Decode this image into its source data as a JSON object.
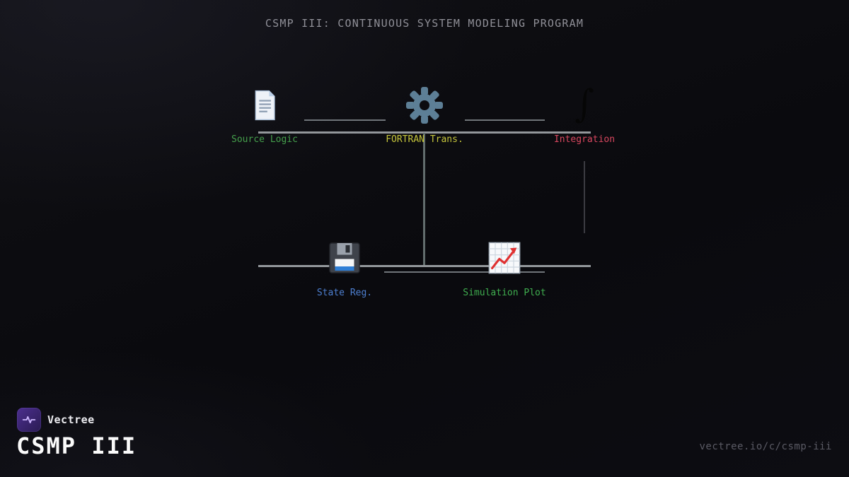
{
  "header": {
    "title": "CSMP III: CONTINUOUS SYSTEM MODELING PROGRAM"
  },
  "diagram": {
    "nodes": {
      "source_logic": {
        "label": "Source Logic",
        "color": "#45a04c",
        "icon": "document-icon"
      },
      "fortran_trans": {
        "label": "FORTRAN Trans.",
        "color": "#c6c63c",
        "icon": "gear-icon"
      },
      "integration": {
        "label": "Integration",
        "color": "#d9475f",
        "icon": "integral-icon"
      },
      "state_reg": {
        "label": "State Reg.",
        "color": "#4d7fd0",
        "icon": "floppy-disk-icon"
      },
      "simulation_plot": {
        "label": "Simulation Plot",
        "color": "#3fae4f",
        "icon": "line-chart-icon"
      }
    },
    "integral_glyph": "∫",
    "bus_line_color": "#93979b",
    "connector_color": "#70757a"
  },
  "footer": {
    "brand_name": "Vectree",
    "program_title": "CSMP III",
    "url": "vectree.io/c/csmp-iii",
    "brand_color": "#4c2f8f"
  }
}
